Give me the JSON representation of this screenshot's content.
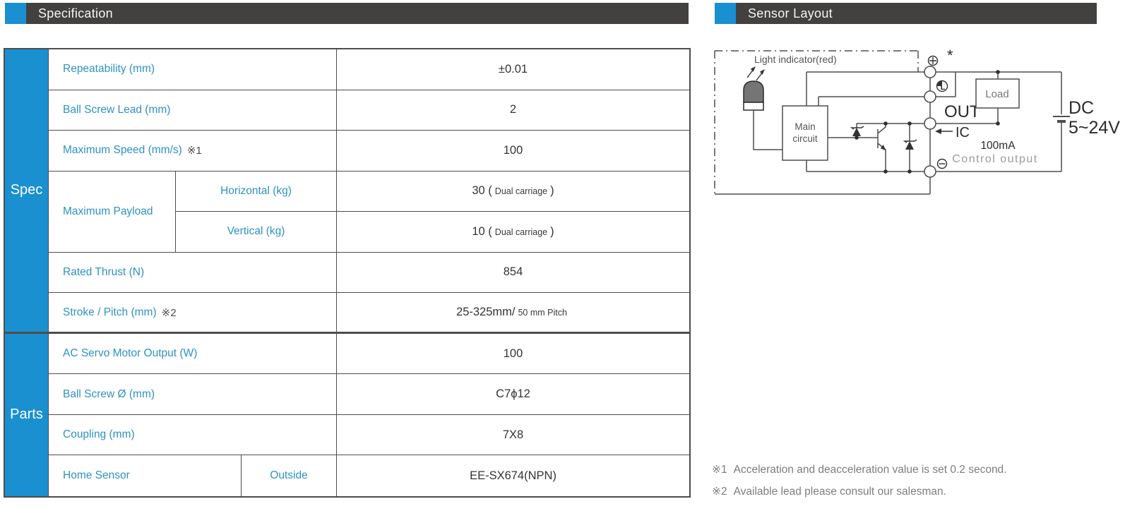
{
  "colors": {
    "accent": "#1a90d0",
    "header_bg": "#434140",
    "header_text": "#f5f5f5",
    "label_text": "#2e92c4",
    "value_text": "#343434",
    "border": "#4d4d4d",
    "circuit_line": "#4f4f4f",
    "footnote_text": "#7d7d7d"
  },
  "headers": {
    "specification": "Specification",
    "sensor_layout": "Sensor Layout"
  },
  "spec_table": {
    "section_labels": {
      "spec": "Spec",
      "parts": "Parts"
    },
    "rows": {
      "repeatability": {
        "label": "Repeatability (mm)",
        "value": "±0.01"
      },
      "ball_screw_lead": {
        "label": "Ball Screw Lead (mm)",
        "value": "2"
      },
      "maximum_speed": {
        "label": "Maximum Speed (mm/s)",
        "note": "※1",
        "value": "100"
      },
      "maximum_payload": {
        "label": "Maximum Payload",
        "horizontal": {
          "label": "Horizontal (kg)",
          "value": "30 (",
          "value_small": "Dual carriage",
          "value_close": ")"
        },
        "vertical": {
          "label": "Vertical (kg)",
          "value": "10 (",
          "value_small": "Dual carriage",
          "value_close": ")"
        }
      },
      "rated_thrust": {
        "label": "Rated Thrust (N)",
        "value": "854"
      },
      "stroke_pitch": {
        "label": "Stroke / Pitch (mm)",
        "note": "※2",
        "value": "25-325mm/",
        "value_small": "50 mm Pitch"
      },
      "ac_servo_output": {
        "label": "AC Servo Motor Output (W)",
        "value": "100"
      },
      "ball_screw_dia": {
        "label": "Ball Screw Ø (mm)",
        "value": "C7ϕ12"
      },
      "coupling": {
        "label": "Coupling (mm)",
        "value": "7X8"
      },
      "home_sensor": {
        "label": "Home Sensor",
        "sub_label": "Outside",
        "value": "EE-SX674(NPN)"
      }
    }
  },
  "circuit": {
    "light_indicator_label": "Light indicator(red)",
    "main_circuit_line1": "Main",
    "main_circuit_line2": "circuit",
    "load_label": "Load",
    "out_label": "OUT",
    "ic_label": "IC",
    "asterisk": "*",
    "terminal_l_letter": "L",
    "dc_label": "DC",
    "voltage_label": "5~24V",
    "current_label": "100mA",
    "control_output_label": "Control output"
  },
  "footnotes": [
    {
      "marker": "※1",
      "text": "Acceleration and deacceleration value is set 0.2 second."
    },
    {
      "marker": "※2",
      "text": "Available lead please consult our salesman."
    }
  ]
}
